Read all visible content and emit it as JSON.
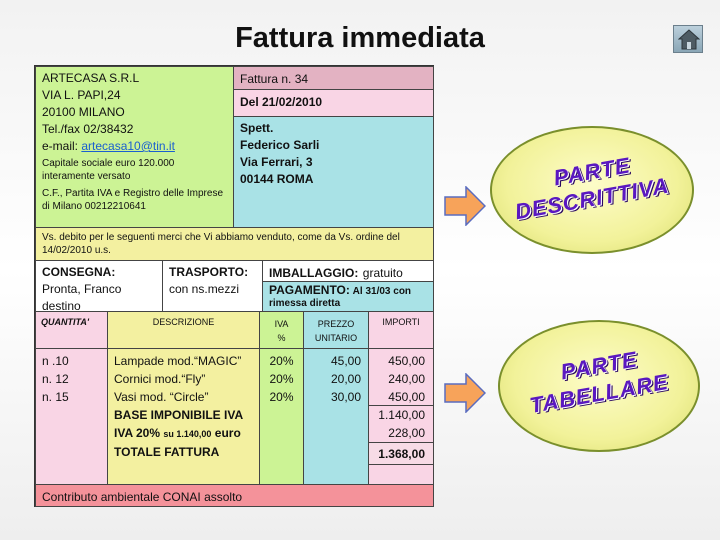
{
  "title": "Fattura immediata",
  "seller": {
    "name": "ARTECASA S.R.L",
    "address": "VIA L. PAPI,24",
    "city": "20100 MILANO",
    "tel": "Tel./fax 02/38432",
    "email_label": "e-mail: ",
    "email": "artecasa10@tin.it",
    "capital": "Capitale sociale euro 120.000 interamente versato",
    "registry": "C.F., Partita IVA e Registro delle Imprese di Milano 00212210641"
  },
  "invoice": {
    "number": "Fattura n. 34",
    "date": "Del 21/02/2010"
  },
  "customer": {
    "label": "Spett.",
    "name": "Federico Sarli",
    "street": "Via Ferrari, 3",
    "city": "00144 ROMA"
  },
  "note": "Vs. debito per le seguenti merci che Vi abbiamo venduto, come da Vs. ordine del 14/02/2010 u.s.",
  "delivery": {
    "label": "CONSEGNA:",
    "value": "Pronta, Franco destino"
  },
  "transport": {
    "label": "TRASPORTO:",
    "value": "con ns.mezzi"
  },
  "packaging": {
    "label": "IMBALLAGGIO:",
    "value": "gratuito"
  },
  "payment": {
    "label": "PAGAMENTO:",
    "value": "Al 31/03 con rimessa diretta"
  },
  "table": {
    "headers": {
      "qty": "QUANTITA'",
      "desc": "DESCRIZIONE",
      "vat_1": "IVA",
      "vat_2": "%",
      "price_1": "PREZZO",
      "price_2": "UNITARIO",
      "amount": "IMPORTI"
    },
    "rows": [
      {
        "qty": "n .10",
        "desc": "Lampade mod.“MAGIC”",
        "vat": "20%",
        "price": "45,00",
        "amount": "450,00"
      },
      {
        "qty": "n. 12",
        "desc": "Cornici  mod.“Fly”",
        "vat": "20%",
        "price": "20,00",
        "amount": "240,00"
      },
      {
        "qty": "n. 15",
        "desc": "Vasi mod. “Circle”",
        "vat": "20%",
        "price": "30,00",
        "amount": "450,00"
      }
    ],
    "base_label": "BASE IMPONIBILE IVA",
    "iva_label": "IVA 20%",
    "iva_su": "su 1.140,00",
    "iva_euro": "euro",
    "total_label": "TOTALE FATTURA",
    "base_value": "1.140,00",
    "iva_value": "228,00",
    "total_value": "1.368,00"
  },
  "footer": "Contributo ambientale CONAI assolto",
  "labels": {
    "descriptive_1": "PARTE",
    "descriptive_2": "DESCRITTIVA",
    "tabular_1": "PARTE",
    "tabular_2": "TABELLARE"
  },
  "icons": {
    "home": "home-icon",
    "arrow": "arrow-right-icon"
  },
  "colors": {
    "green": "#ccf395",
    "pink": "#e3b2c2",
    "cyan": "#a9e2e6",
    "yellow": "#f3f0a0",
    "salmon": "#f4929a",
    "label_text": "#5a18c0",
    "arrow": "#f7a35a"
  }
}
